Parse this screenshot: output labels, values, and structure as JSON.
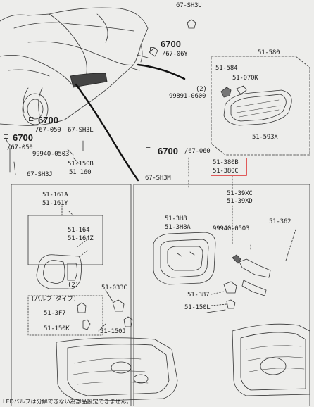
{
  "diagram": {
    "labels": {
      "sh3u": "67-SH3U",
      "c6700_top": "6700",
      "c06y": "/67-06Y",
      "c580": "51-580",
      "c584": "51-584",
      "c070k": "51-070K",
      "c2a": "(2)",
      "c99891": "99891-0600",
      "c593x": "51-593X",
      "c6700_left1": "6700",
      "c050a": "/67-050",
      "sh3l": "67-SH3L",
      "c6700_left2": "6700",
      "c050b": "/67-050",
      "c99940a": "99940-0503",
      "c150b": "51-150B",
      "sh3j": "67-SH3J",
      "c160": "51 160",
      "c6700_mid": "6700",
      "c060": "/67-060",
      "c380b": "51-380B",
      "c380c": "51-380C",
      "sh3m": "67-SH3M",
      "c39xc": "51-39XC",
      "c39xd": "51-39XD",
      "c161a": "51-161A",
      "c161y": "51-161Y",
      "c3h8": "51-3H8",
      "c3h8a": "51-3H8A",
      "c362": "51-362",
      "c99940b": "99940-0503",
      "c164": "51-164",
      "c164z": "51-164Z",
      "c2b": "(2)",
      "c033c": "51-033C",
      "bulb_type": "(バルブ タイプ)",
      "c3f7": "51-3F7",
      "c387": "51-387",
      "c150l": "51-150L",
      "c150k": "51-150K",
      "c150j": "51-150J"
    },
    "footnote": "LEDバルブは分解できない為部品設定できません。",
    "highlight_color": "#e05a5a"
  }
}
